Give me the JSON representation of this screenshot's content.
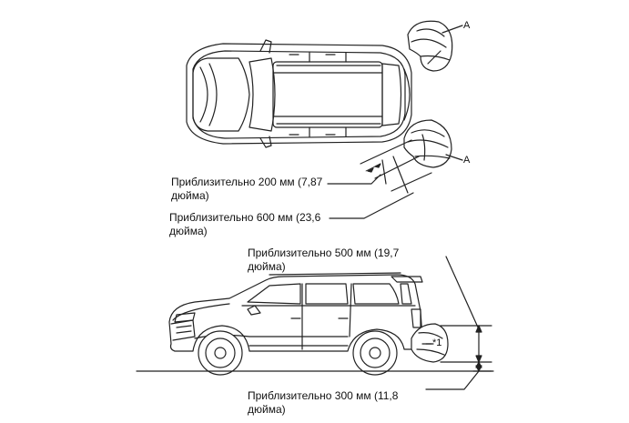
{
  "labels": {
    "top_200": [
      "Приблизительно 200 мм (7,87",
      "дюйма)"
    ],
    "top_600": [
      "Приблизительно 600 мм (23,6",
      "дюйма)"
    ],
    "side_500": [
      "Приблизительно 500 мм (19,7",
      "дюйма)"
    ],
    "side_300": [
      "Приблизительно 300 мм (11,8",
      "дюйма)"
    ]
  },
  "markers": {
    "a_upper": "A",
    "a_lower": "A",
    "star1": "*1"
  },
  "colors": {
    "line": "#222222",
    "fill": "#ffffff"
  }
}
